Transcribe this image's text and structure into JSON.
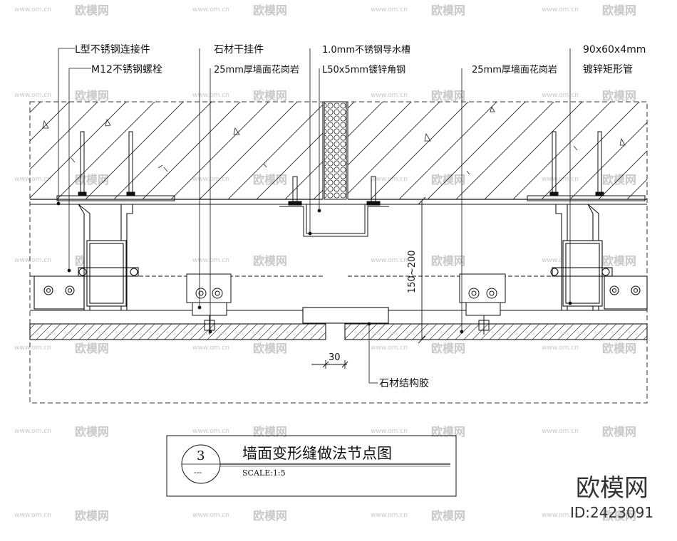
{
  "labels": {
    "l_connector": "L型不锈钢连接件",
    "m12_bolt": "M12不锈钢螺栓",
    "dry_hang": "石材干挂件",
    "granite_left": "25mm厚墙面花岗岩",
    "steel_gutter": "1.0mm不锈钢导水槽",
    "angle_steel": "L50x5mm镀锌角钢",
    "granite_right": "25mm厚墙面花岗岩",
    "rect_tube_size": "90x60x4mm",
    "rect_tube_name": "镀锌矩形管",
    "structural_glue": "石材结构胶",
    "dim_gap": "150~200",
    "dim_30": "30"
  },
  "title_block": {
    "number": "3",
    "number_sub": "---",
    "title": "墙面变形缝做法节点图",
    "scale": "SCALE:1:5"
  },
  "watermark": {
    "brand": "欧模网",
    "site": "www.om.cn",
    "id": "ID:2423091"
  }
}
